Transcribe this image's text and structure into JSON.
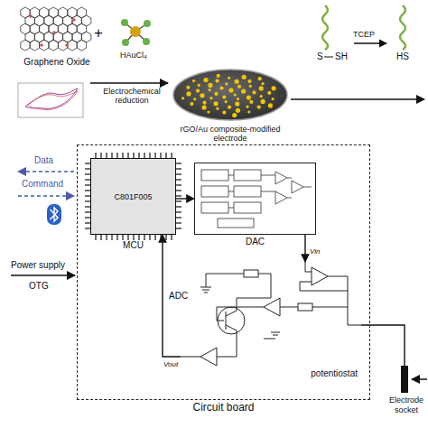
{
  "diagram": {
    "nodes": [
      {
        "text": [
          "rGO/Au composite-modified electrode"
        ]
      },
      {
        "text": [
          "Circuit board"
        ]
      },
      {
        "text": [
          "C801F005",
          "MCU"
        ],
        "in": 1
      },
      {
        "text": [
          "DAC"
        ],
        "in": 1
      },
      {
        "text": [
          "potentiostat"
        ],
        "in": 1
      },
      {
        "text": [
          "Electrode socket"
        ]
      }
    ],
    "edges": [
      {
        "from": 2,
        "to": 3,
        "arrow": "to"
      },
      {
        "from": 3,
        "to": 4,
        "arrow": "to"
      },
      {
        "from": 4,
        "to": 2,
        "label": "ADC",
        "arrow": "to"
      },
      {
        "from": 4,
        "to": 5,
        "arrow": "none"
      }
    ],
    "labels": [
      "Graphene Oxide",
      "+",
      "HAuCl₄",
      "Electrochemical reduction",
      "S",
      "SH",
      "TCEP",
      "HS",
      "Data",
      "Command",
      "Power supply",
      "OTG",
      "Vin",
      "Vout"
    ]
  }
}
